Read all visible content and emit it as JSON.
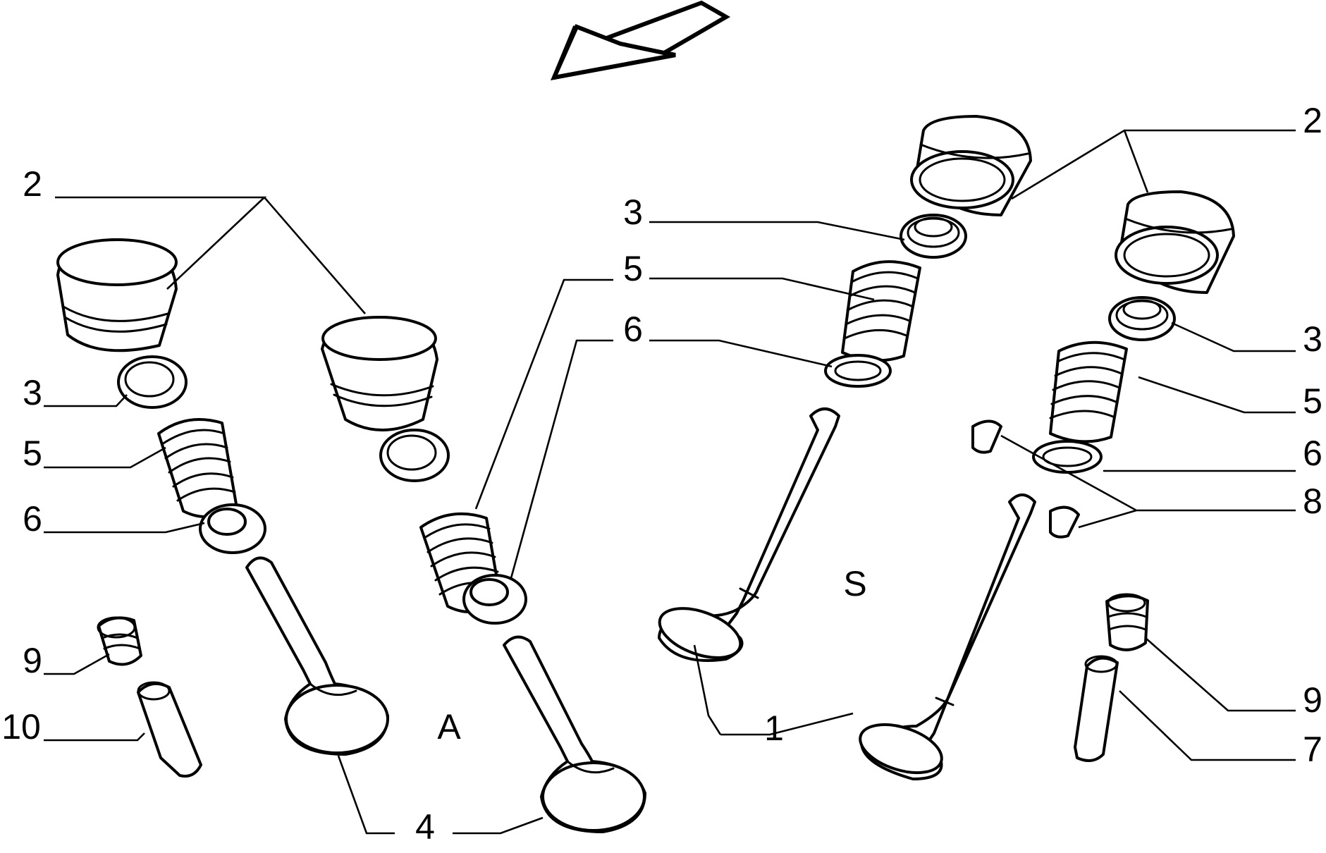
{
  "group_labels": {
    "left": "A",
    "right": "S"
  },
  "callouts": {
    "l2": "2",
    "l3": "3",
    "l5a": "5",
    "l6a": "6",
    "l9": "9",
    "l10": "10",
    "c5": "5",
    "c6": "6",
    "c4": "4",
    "r3a": "3",
    "r5a": "5",
    "r6a": "6",
    "r1": "1",
    "rr2": "2",
    "rr3": "3",
    "rr5": "5",
    "rr6": "6",
    "rr8": "8",
    "rr9": "9",
    "rr7": "7"
  }
}
